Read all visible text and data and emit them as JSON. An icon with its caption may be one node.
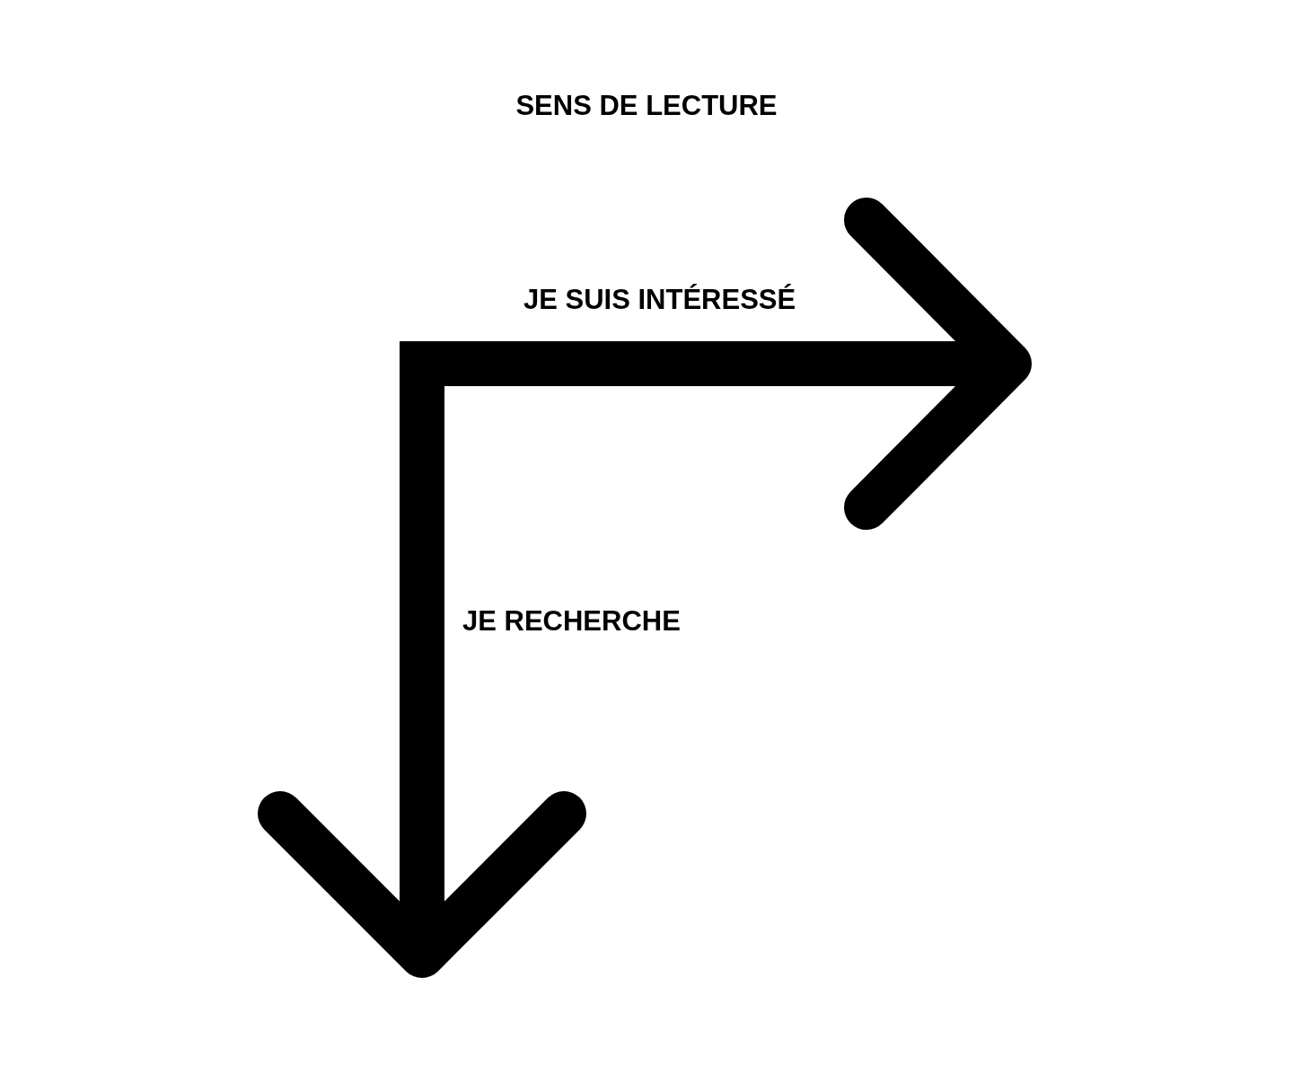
{
  "diagram": {
    "title": "SENS DE LECTURE",
    "labels": [
      "JE SUIS INTÉRESSÉ",
      "JE RECHERCHE"
    ]
  }
}
